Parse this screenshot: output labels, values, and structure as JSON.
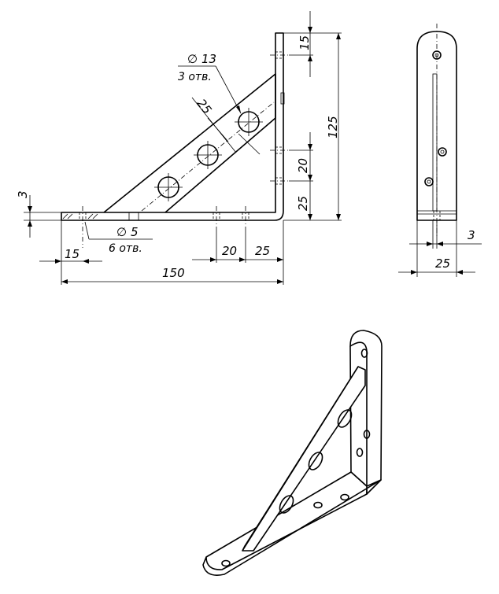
{
  "front_view": {
    "dim_hole_large_dia": "13",
    "dim_hole_large_count": "3 отв.",
    "dim_strut_width": "25",
    "dim_top_15": "15",
    "dim_height_125": "125",
    "dim_vert_20": "20",
    "dim_vert_25": "25",
    "dim_thickness_3": "3",
    "dim_hole_small_dia": "5",
    "dim_hole_small_count": "6 отв.",
    "dim_left_15": "15",
    "dim_bottom_20": "20",
    "dim_bottom_25": "25",
    "dim_length_150": "150"
  },
  "side_view": {
    "dim_thickness_3": "3",
    "dim_width_25": "25"
  },
  "symbols": {
    "diameter": "∅"
  }
}
